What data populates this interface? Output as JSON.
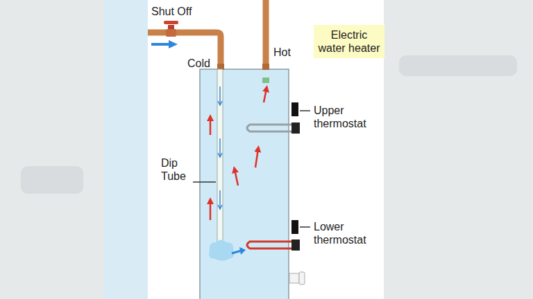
{
  "diagram": {
    "nodes": [
      {
        "text": [
          "Electric water heater"
        ]
      }
    ],
    "edges": [],
    "labels": [
      "Shut Off",
      "Cold",
      "Hot",
      "Upper thermostat",
      "Lower thermostat",
      "Dip Tube"
    ]
  }
}
